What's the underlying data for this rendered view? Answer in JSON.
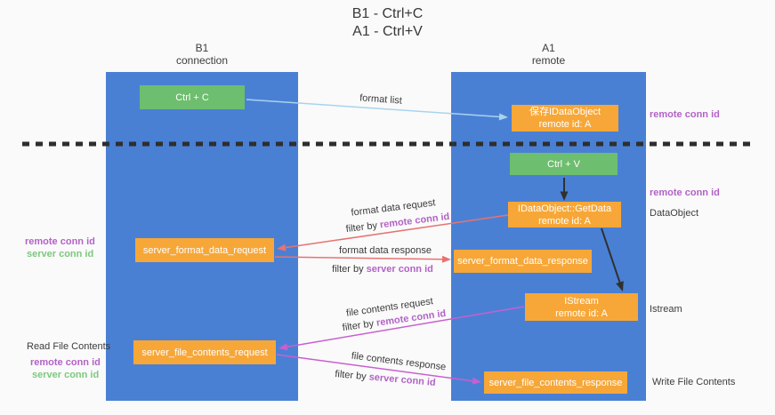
{
  "title": {
    "line1": "B1 - Ctrl+C",
    "line2": "A1 - Ctrl+V"
  },
  "lifelines": {
    "left": {
      "name": "B1",
      "role": "connection"
    },
    "right": {
      "name": "A1",
      "role": "remote"
    }
  },
  "nodes": {
    "ctrl_c": "Ctrl + C",
    "save_dataobject_line1": "保存IDataObject",
    "save_dataobject_line2": "remote id: A",
    "ctrl_v": "Ctrl + V",
    "getdata_line1": "IDataObject::GetData",
    "getdata_line2": "remote id: A",
    "format_request": "server_format_data_request",
    "format_response": "server_format_data_response",
    "istream_line1": "IStream",
    "istream_line2": "remote id: A",
    "file_request": "server_file_contents_request",
    "file_response": "server_file_contents_response"
  },
  "flows": {
    "format_list": "format list",
    "format_data_request": "format data request",
    "format_data_response": "format data response",
    "file_contents_request": "file contents request",
    "file_contents_response": "file contents response",
    "filter_by": "filter by ",
    "remote_conn_id": "remote conn id",
    "server_conn_id": "server conn id"
  },
  "side_labels": {
    "remote_conn_id_top": "remote conn id",
    "remote_conn_id_mid": "remote conn id",
    "dataobject": "DataObject",
    "istream": "Istream",
    "write_file_contents": "Write File Contents",
    "read_file_contents": "Read File Contents",
    "left_remote_conn_id": "remote conn id",
    "left_server_conn_id": "server conn id",
    "bottom_remote_conn_id": "remote conn id",
    "bottom_server_conn_id": "server conn id"
  },
  "colors": {
    "lifeline_blue": "#4a80d4",
    "node_green": "#6dbe6e",
    "node_orange": "#f7a738",
    "arrow_blue": "#a9d3ee",
    "arrow_red": "#e87272",
    "arrow_magenta": "#c95fd0",
    "arrow_black": "#303030",
    "divider_black": "#2e2e2e",
    "text_purple": "#b263c6",
    "text_green": "#7cc87e"
  }
}
